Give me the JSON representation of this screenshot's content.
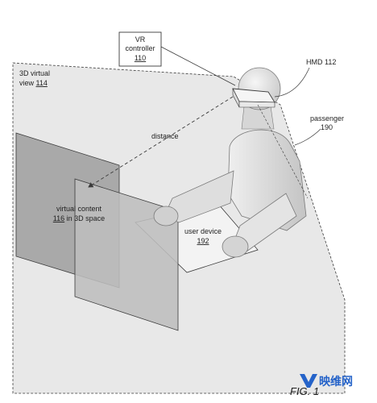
{
  "labels": {
    "vr_controller": {
      "line1": "VR",
      "line2": "controller",
      "ref": "110"
    },
    "hmd": "HMD 112",
    "view": {
      "line1": "3D virtual",
      "line2_prefix": "view ",
      "ref": "114"
    },
    "distance": "distance",
    "passenger": {
      "line1": "passenger",
      "line2": "190"
    },
    "virtual_content": {
      "line1": "virtual content",
      "ref": "116",
      "line2_suffix": " in 3D space"
    },
    "user_device": {
      "line1": "user device",
      "ref": "192"
    },
    "figure": "FIG. 1"
  },
  "watermark": {
    "text": "映维网"
  },
  "colors": {
    "view_fill": "#e8e8e8",
    "panel_fill": "#a9a9a9",
    "panel_fill_2": "#bdbdbd",
    "body_fill": "#d9d9d9",
    "line": "#3a3a3a",
    "watermark_text": "#2563c9"
  }
}
